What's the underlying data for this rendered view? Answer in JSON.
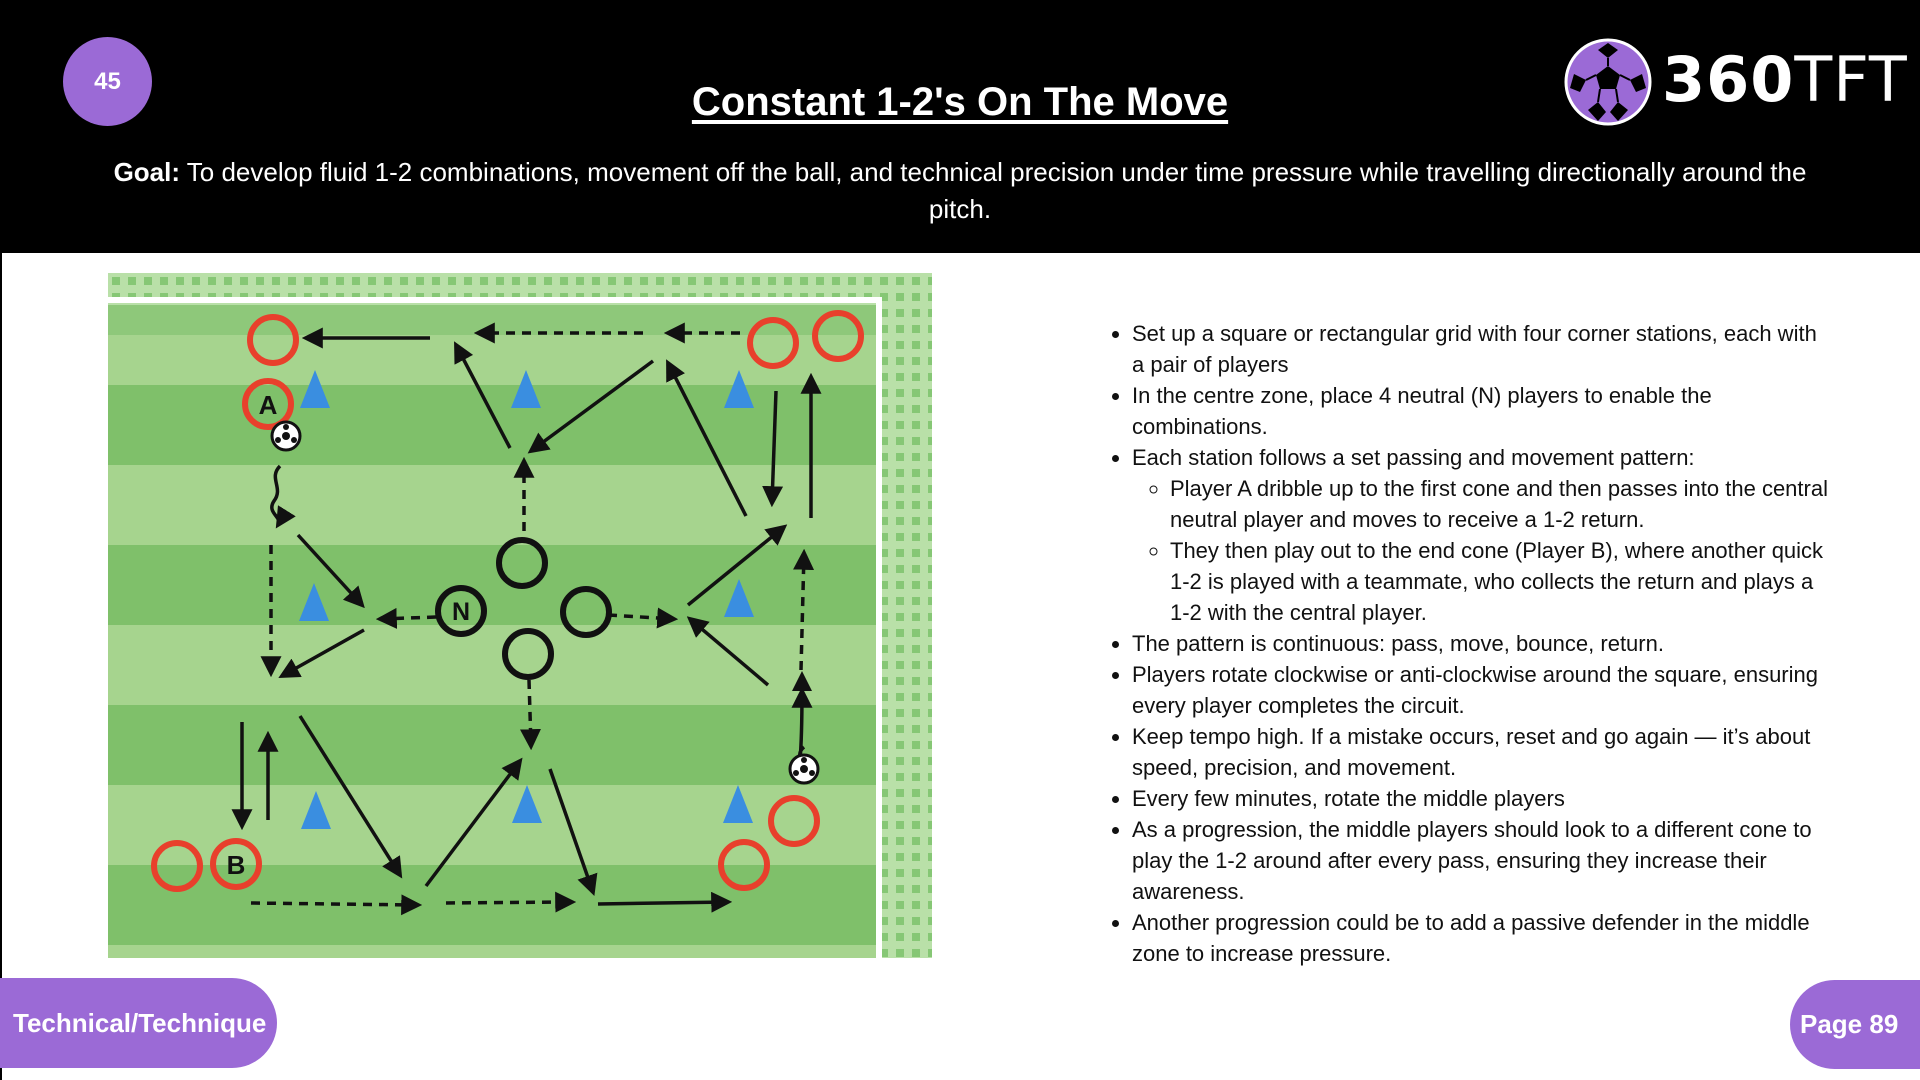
{
  "drill_number": "45",
  "title": "Constant 1-2's On The Move",
  "goal": {
    "label": "Goal:",
    "text": " To develop fluid 1-2 combinations, movement off the ball, and technical precision under time pressure while travelling directionally around the pitch."
  },
  "logo": {
    "bold": "360",
    "light": "TFT"
  },
  "diagram": {
    "player_a": "A",
    "player_b": "B",
    "neutral": "N"
  },
  "instructions": {
    "items": [
      "Set up a square or rectangular grid with four corner stations, each with a pair of players",
      "In the centre zone, place 4 neutral (N) players to enable the combinations.",
      "Each station follows a set passing and movement pattern:"
    ],
    "subitems": [
      "Player A dribble up to the first cone and then passes into the central neutral player and moves to receive a 1-2 return.",
      "They then play out to the end cone (Player B), where another quick 1-2 is played with a teammate, who collects the return and plays a 1-2 with the central player."
    ],
    "items_after": [
      "The pattern is continuous: pass, move, bounce, return.",
      "Players rotate clockwise or anti-clockwise around the square, ensuring every player completes the circuit.",
      "Keep tempo high. If a mistake occurs, reset and go again — it’s about speed, precision, and movement.",
      "Every few minutes, rotate the middle players",
      "As a progression, the middle players should look to a different cone to play the 1-2 around after every pass, ensuring they increase their awareness.",
      "Another progression could be to add a passive defender in the middle zone to increase pressure."
    ]
  },
  "category": "Technical/Technique",
  "page": "Page 89",
  "colors": {
    "accent": "#9b6ad6",
    "header_bg": "#000000",
    "pitch_light": "#a6d48e",
    "pitch_dark": "#7fc06a",
    "station_ring": "#e8402c",
    "cone": "#3a8ee0"
  }
}
